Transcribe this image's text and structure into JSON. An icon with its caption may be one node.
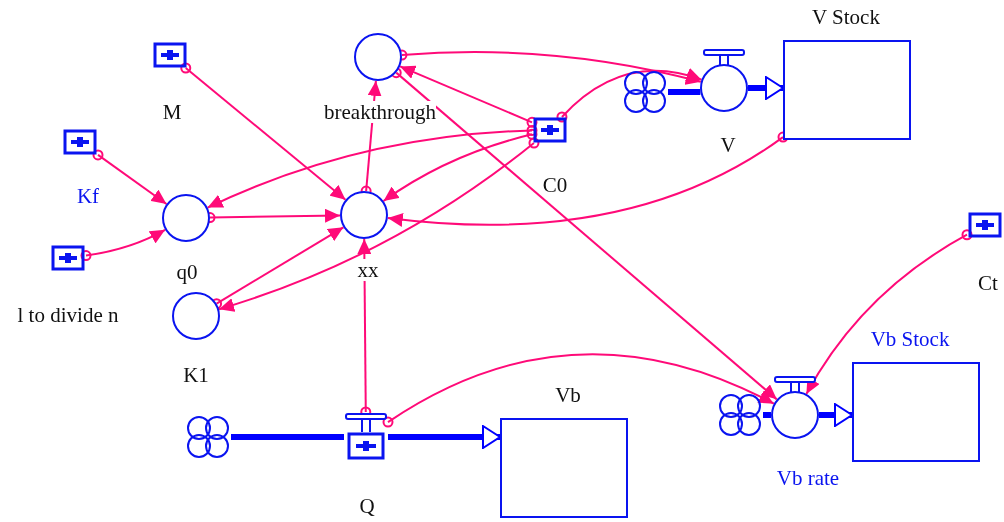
{
  "diagram": {
    "nodes": [
      {
        "text": [
          "M"
        ]
      },
      {
        "text": [
          "breakthrough"
        ]
      },
      {
        "text": [
          "V Stock"
        ]
      },
      {
        "text": [],
        "shape": "cloud"
      },
      {
        "text": [
          "V"
        ]
      },
      {
        "text": [
          "Kf"
        ]
      },
      {
        "text": [
          "C0"
        ]
      },
      {
        "text": [
          "q0"
        ]
      },
      {
        "text": [
          "xx"
        ]
      },
      {
        "text": [
          "l to divide n"
        ]
      },
      {
        "text": [
          "Ct"
        ]
      },
      {
        "text": [
          "K1"
        ]
      },
      {
        "text": [
          "Vb Stock"
        ]
      },
      {
        "text": [
          "Vb"
        ]
      },
      {
        "text": [],
        "shape": "cloud"
      },
      {
        "text": [
          "Vb rate"
        ]
      },
      {
        "text": [],
        "shape": "cloud"
      },
      {
        "text": [
          "Q"
        ]
      }
    ],
    "edges": [
      {
        "from": 0,
        "to": 8,
        "arrow": "to"
      },
      {
        "from": 5,
        "to": 7,
        "arrow": "to"
      },
      {
        "from": 9,
        "to": 7,
        "arrow": "to"
      },
      {
        "from": 7,
        "to": 8,
        "arrow": "to"
      },
      {
        "from": 8,
        "to": 1,
        "arrow": "to"
      },
      {
        "from": 1,
        "to": 4,
        "arrow": "to"
      },
      {
        "from": 6,
        "to": 1,
        "arrow": "to"
      },
      {
        "from": 1,
        "to": 15,
        "arrow": "to"
      },
      {
        "from": 6,
        "to": 7,
        "arrow": "to"
      },
      {
        "from": 6,
        "to": 8,
        "arrow": "to"
      },
      {
        "from": 6,
        "to": 4,
        "arrow": "to"
      },
      {
        "from": 6,
        "to": 11,
        "arrow": "to"
      },
      {
        "from": 2,
        "to": 8,
        "arrow": "to"
      },
      {
        "from": 11,
        "to": 8,
        "arrow": "to"
      },
      {
        "from": 17,
        "to": 8,
        "arrow": "to"
      },
      {
        "from": 17,
        "to": 15,
        "arrow": "to"
      },
      {
        "from": 10,
        "to": 15,
        "arrow": "to"
      },
      {
        "from": 3,
        "to": 4,
        "arrow": "none",
        "style": "thick",
        "color": "#0000ff"
      },
      {
        "from": 4,
        "to": 2,
        "arrow": "to",
        "style": "thick",
        "color": "#0000ff"
      },
      {
        "from": 16,
        "to": 17,
        "arrow": "none",
        "style": "thick",
        "color": "#0000ff"
      },
      {
        "from": 17,
        "to": 13,
        "arrow": "to",
        "style": "thick",
        "color": "#0000ff"
      },
      {
        "from": 14,
        "to": 15,
        "arrow": "none",
        "style": "thick",
        "color": "#0000ff"
      },
      {
        "from": 15,
        "to": 12,
        "arrow": "to",
        "style": "thick",
        "color": "#0000ff"
      }
    ]
  }
}
